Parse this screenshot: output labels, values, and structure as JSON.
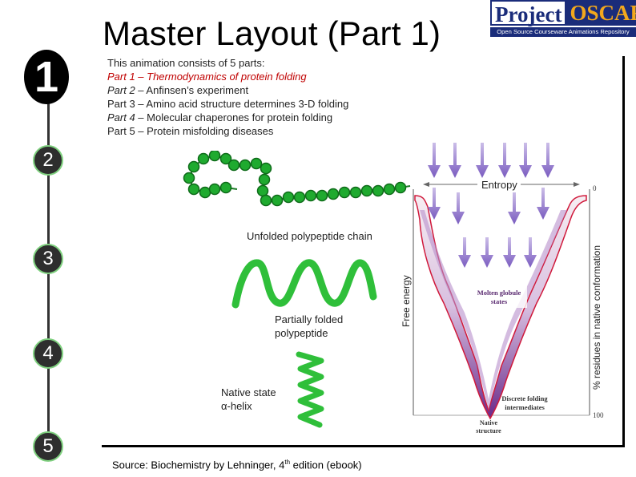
{
  "title": "Master Layout (Part 1)",
  "logo": {
    "word1": "Project",
    "word2": "OSCAR",
    "tagline": "Open Source Courseware Animations Repository"
  },
  "intro": {
    "heading": "This animation consists of 5 parts:",
    "part1": "Part 1 – Thermodynamics of protein folding",
    "part2_italic": "Part 2",
    "part2_rest": " – Anfinsen’s experiment",
    "part3": "Part 3 – Amino acid structure determines 3-D folding",
    "part4_italic": "Part 4",
    "part4_rest": " – Molecular chaperones for protein folding",
    "part5": "Part 5 – Protein misfolding diseases"
  },
  "steps": {
    "s1": "1",
    "s2": "2",
    "s3": "3",
    "s4": "4",
    "s5": "5"
  },
  "labels": {
    "unfolded": "Unfolded polypeptide chain",
    "partial1": "Partially folded",
    "partial2": "polypeptide",
    "native1": "Native state",
    "native2": "α-helix",
    "entropy": "Entropy",
    "free_energy": "Free energy",
    "residues": "% residues in native conformation",
    "molten1": "Molten globule",
    "molten2": "states",
    "discrete1": "Discrete folding",
    "discrete2": "intermediates",
    "native_structure1": "Native",
    "native_structure2": "structure",
    "tick0": "0",
    "tick100": "100"
  },
  "source": {
    "pre": "Source: Biochemistry by Lehninger, 4",
    "sup": "th",
    "post": " edition (ebook)"
  },
  "colors": {
    "bead": "#1faa2f",
    "helix": "#2fbf3a",
    "funnel_top": "#f6e9ee",
    "funnel_bottom": "#6a2a8a",
    "arrow": "#8c7cc8",
    "rim": "#d0193b",
    "logo_navy": "#1a2c7a",
    "logo_gold": "#f2a81d"
  }
}
